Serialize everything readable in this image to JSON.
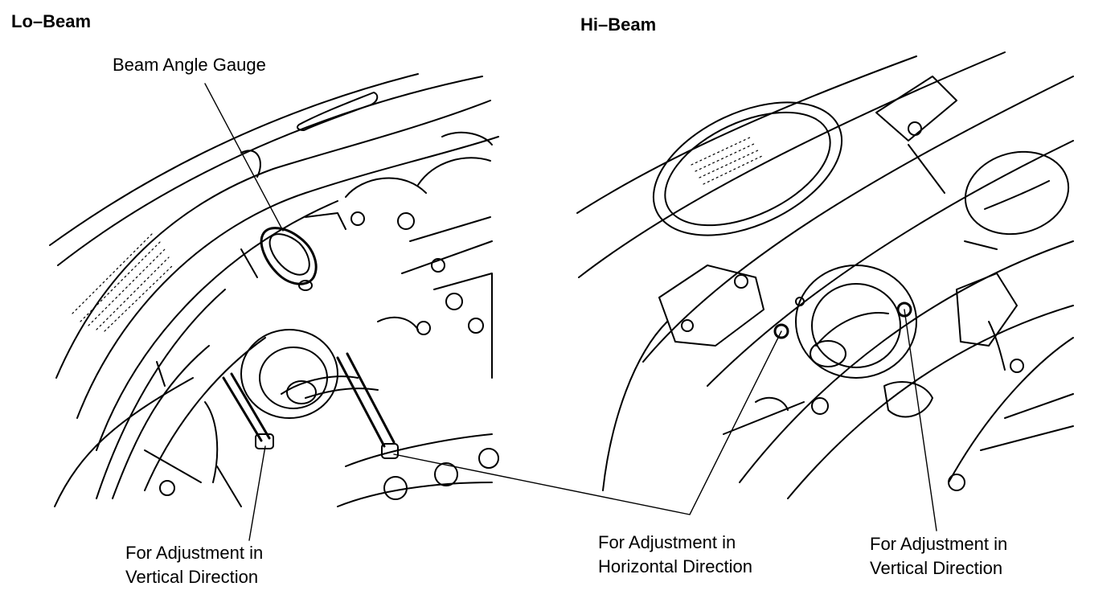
{
  "panels": {
    "lo_beam": {
      "title": "Lo–Beam",
      "labels": {
        "gauge": "Beam Angle Gauge",
        "vertical_line1": "For Adjustment in",
        "vertical_line2": "Vertical Direction"
      }
    },
    "hi_beam": {
      "title": "Hi–Beam",
      "labels": {
        "horizontal_line1": "For Adjustment in",
        "horizontal_line2": "Horizontal Direction",
        "vertical_line1": "For Adjustment in",
        "vertical_line2": "Vertical Direction"
      }
    }
  }
}
